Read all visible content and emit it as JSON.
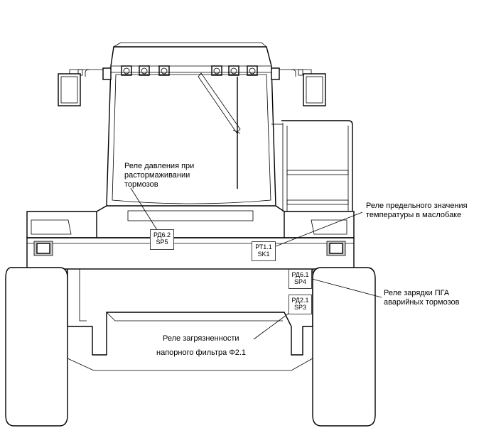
{
  "callouts": [
    {
      "text": [
        "Реле давления при",
        "растормаживании",
        "тормозов"
      ]
    },
    {
      "text": [
        "Реле предельного значения",
        "температуры в маслобаке"
      ]
    },
    {
      "text": [
        "Реле зарядки ПГА",
        "аварийных тормозов"
      ]
    },
    {
      "text": [
        "Реле загрязненности",
        "напорного фильтра Ф2.1"
      ]
    }
  ],
  "sensors": [
    {
      "code": "РД6.2",
      "ref": "SP5"
    },
    {
      "code": "РТ1.1",
      "ref": "SK1"
    },
    {
      "code": "РД6.1",
      "ref": "SP4"
    },
    {
      "code": "РД2.1",
      "ref": "SP3"
    }
  ]
}
